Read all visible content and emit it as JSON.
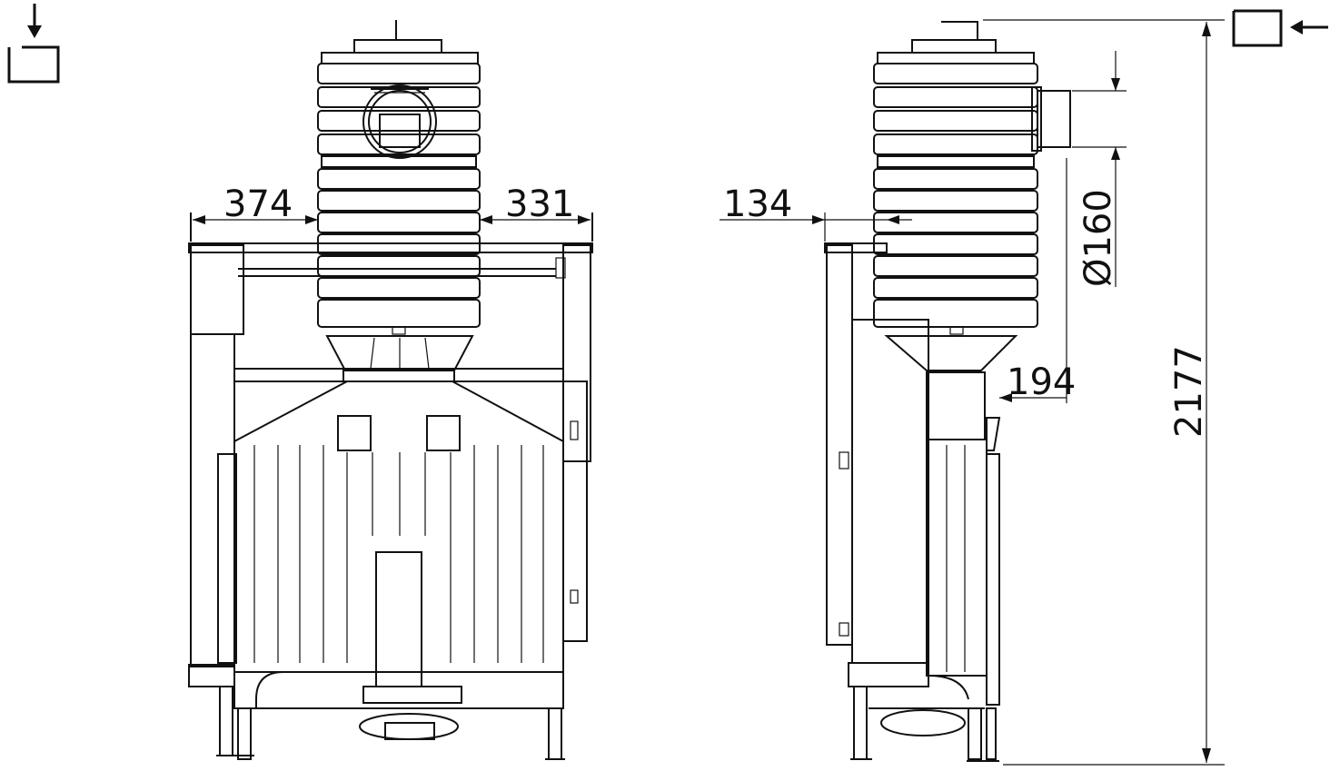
{
  "dimensions": {
    "front_left_width": "374",
    "front_right_width": "331",
    "side_offset": "134",
    "duct_diameter": "Ø160",
    "bottom_offset": "194",
    "total_height": "2177"
  },
  "colors": {
    "line": "#111111",
    "background": "#ffffff"
  },
  "icons": [
    "front-view-icon",
    "side-view-icon"
  ]
}
